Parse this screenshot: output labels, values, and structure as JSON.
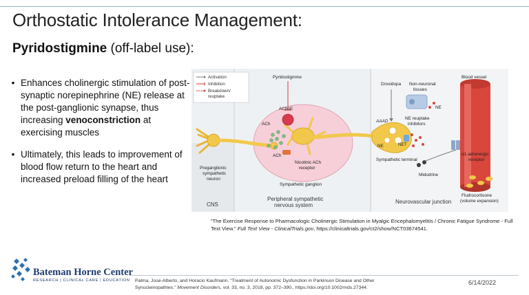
{
  "slide": {
    "title": "Orthostatic Intolerance Management:",
    "subtitle_bold": "Pyridostigmine",
    "subtitle_rest": " (off-label use):",
    "bullets": [
      {
        "pre": "Enhances cholinergic stimulation of post-synaptic norepinephrine (NE) release at the post-ganglionic synapse, thus increasing ",
        "bold": "venoconstriction",
        "post": " at exercising muscles"
      },
      {
        "pre": "Ultimately, this leads to improvement of blood flow return to the heart and increased preload filling of the heart",
        "bold": "",
        "post": ""
      }
    ],
    "bullet_char": "•"
  },
  "figure": {
    "legend": {
      "activation": "Activation",
      "inhibition": "Inhibition",
      "breakdown1": "Breakdown/",
      "breakdown2": "reuptake"
    },
    "labels": {
      "pyridostigmine": "Pyridostigmine",
      "droxidopa": "Droxidopa",
      "non_neuronal1": "Non-neuronal",
      "non_neuronal2": "tissues",
      "blood_vessel": "Blood vessel",
      "ache": "AChoE",
      "ach1": "ACh",
      "ach2": "ACh",
      "aaad": "AAAD",
      "ne1": "NE",
      "ne2": "NE",
      "ne_reuptake1": "NE reuptake",
      "ne_reuptake2": "inhibitors",
      "net": "NET",
      "alpha1": "α1-adrenergic",
      "alpha2": "receptor",
      "nicotinic1": "Nicotinic ACh",
      "nicotinic2": "receptor",
      "preganglionic1": "Preganglionic",
      "preganglionic2": "sympathetic",
      "preganglionic3": "neuron",
      "sym_ganglion": "Sympathetic ganglion",
      "sym_terminal": "Sympathetic terminal",
      "midodrine": "Midodrine",
      "fludro1": "Fludrocortisone",
      "fludro2": "(volume expansion)",
      "cns": "CNS",
      "peripheral1": "Peripheral sympathetic",
      "peripheral2": "nervous system",
      "neurovascular": "Neurovascular junction"
    },
    "colors": {
      "activation": "#7a7a7a",
      "inhibition": "#d13a3a",
      "ganglion": "#f6cfd8",
      "neuron": "#f2c84b",
      "vessel": "#d9463c"
    }
  },
  "caption": {
    "quote": "“The Exercise Response to Pharmacologic Cholinergic Stimulation in Myalgic Encephalomyelitis / Chronic Fatigue Syndrome - Full Text View.”",
    "source_italic": " Full Text View - ClinicalTrials.gov",
    "url": ", https://clinicaltrials.gov/ct2/show/NCT03674541."
  },
  "footer": {
    "org_name": "Bateman Horne Center",
    "org_tagline": "RESEARCH | CLINICAL CARE | EDUCATION",
    "reference_pre": "Palma, Jose-Alberto, and Horacio Kaufmann. “Treatment of Autonomic Dysfunction in Parkinson Disease and Other Synucleinopathies.”",
    "reference_journal": " Movement Disorders",
    "reference_post": ", vol. 33, no. 3, 2018, pp. 372–390., https://doi.org/10.1002/mds.27344.",
    "date": "6/14/2022"
  }
}
